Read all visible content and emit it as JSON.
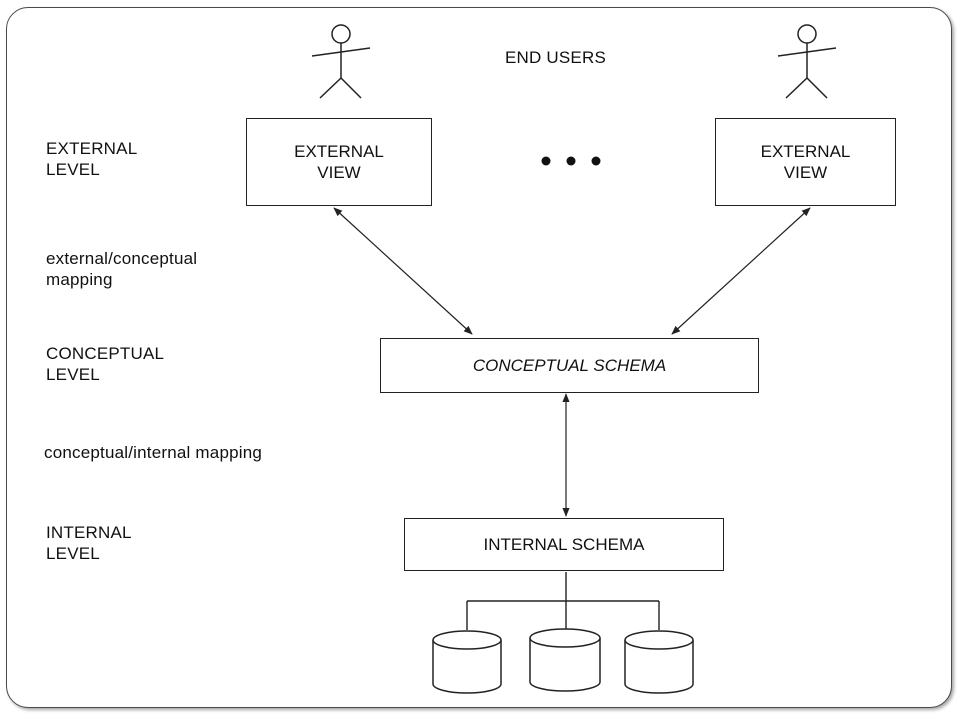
{
  "end_users_label": "END USERS",
  "levels": {
    "external": [
      "EXTERNAL",
      "LEVEL"
    ],
    "external_conceptual_mapping": [
      "external/conceptual",
      "mapping"
    ],
    "conceptual": [
      "CONCEPTUAL",
      "LEVEL"
    ],
    "conceptual_internal_mapping": [
      "conceptual/internal mapping"
    ],
    "internal": [
      "INTERNAL",
      "LEVEL"
    ]
  },
  "boxes": {
    "external_view_left": [
      "EXTERNAL",
      "VIEW"
    ],
    "external_view_right": [
      "EXTERNAL",
      "VIEW"
    ],
    "conceptual_schema": "CONCEPTUAL SCHEMA",
    "internal_schema": "INTERNAL SCHEMA"
  },
  "icons": {
    "user": "stick-figure-icon",
    "ellipsis": "ellipsis-dots",
    "storage": "database-cylinder-icon"
  },
  "stroke_color": "#222222"
}
